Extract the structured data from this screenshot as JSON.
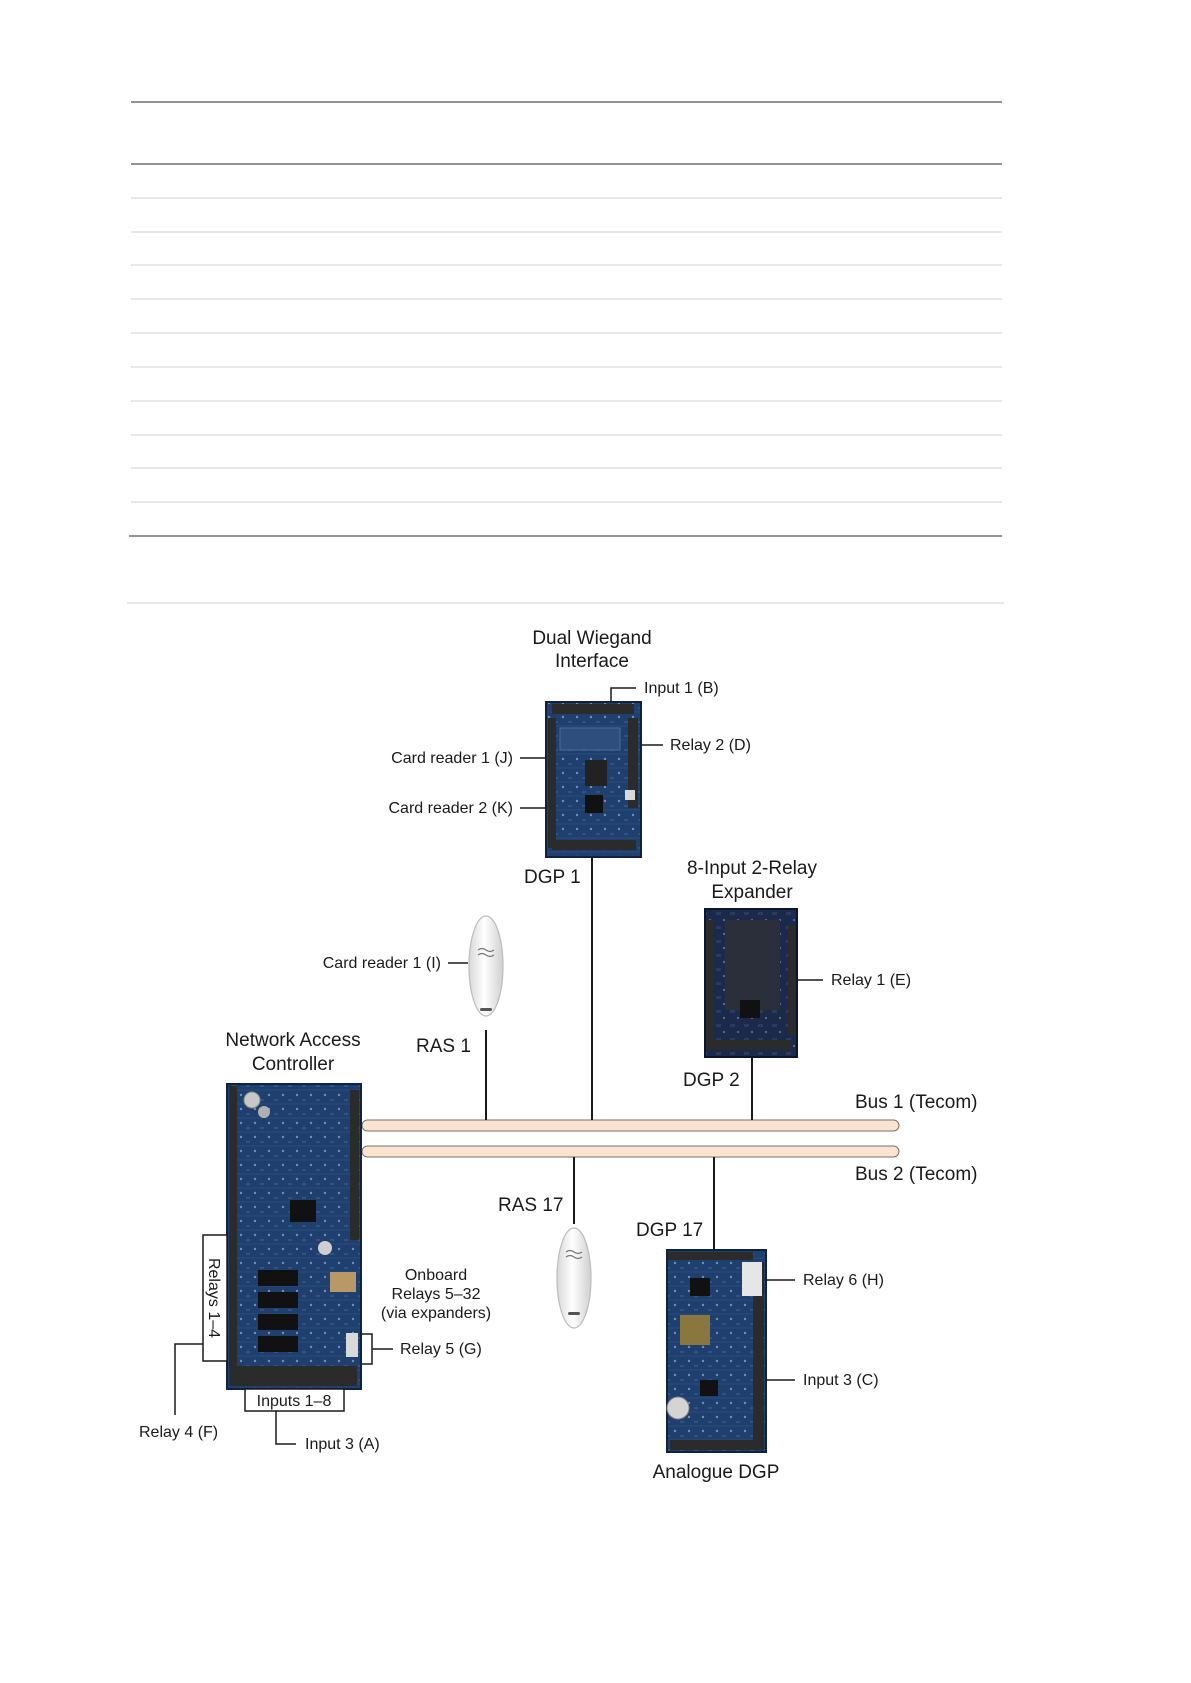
{
  "table": {
    "row_count": 10
  },
  "diagram": {
    "dual_wiegand": {
      "title_line1": "Dual Wiegand",
      "title_line2": "Interface",
      "id": "DGP 1"
    },
    "expander": {
      "title_line1": "8-Input 2-Relay",
      "title_line2": "Expander",
      "id": "DGP 2"
    },
    "nac": {
      "title_line1": "Network Access",
      "title_line2": "Controller"
    },
    "analogue": {
      "title": "Analogue DGP",
      "id": "DGP 17"
    },
    "ras1": {
      "id": "RAS 1"
    },
    "ras17": {
      "id": "RAS 17"
    },
    "buses": {
      "bus1": "Bus 1 (Tecom)",
      "bus2": "Bus 2 (Tecom)"
    },
    "callouts": {
      "input1_b": "Input 1 (B)",
      "relay2_d": "Relay 2 (D)",
      "card_reader1_j": "Card reader 1 (J)",
      "card_reader2_k": "Card reader 2 (K)",
      "card_reader1_i": "Card reader 1 (I)",
      "relay1_e": "Relay 1 (E)",
      "relay6_h": "Relay 6 (H)",
      "input3_c": "Input 3 (C)",
      "onboard_line1": "Onboard",
      "onboard_line2": "Relays 5–32",
      "onboard_line3": "(via expanders)",
      "relay5_g": "Relay 5 (G)",
      "relays_1_4": "Relays 1–4",
      "inputs_1_8": "Inputs 1–8",
      "relay4_f": "Relay 4 (F)",
      "input3_a": "Input 3 (A)"
    },
    "colors": {
      "board_blue": "#1f3f6e",
      "board_dark": "#1b2a4a",
      "bus_fill": "#fbe3d2",
      "line": "#1a1a1a"
    }
  }
}
